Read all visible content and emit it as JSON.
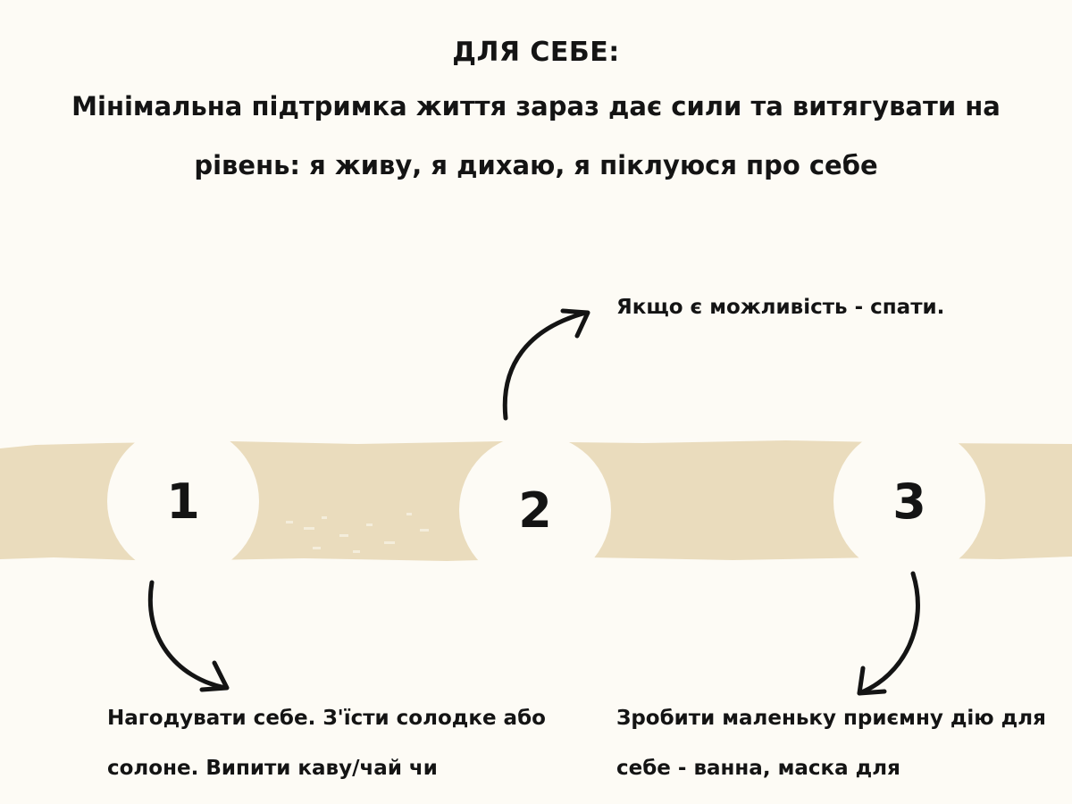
{
  "header": {
    "title": "ДЛЯ СЕБЕ:",
    "subtitle": "Мінімальна підтримка життя зараз дає сили та витягувати на рівень: я живу, я дихаю, я піклуюся про себе"
  },
  "steps": [
    {
      "number": "1",
      "text": "Нагодувати себе. З'їсти солодке або солоне. Випити каву/чай чи"
    },
    {
      "number": "2",
      "text": "Якщо є можливість - спати."
    },
    {
      "number": "3",
      "text": "Зробити маленьку приємну дію для себе - ванна, маска для"
    }
  ],
  "colors": {
    "background": "#fdfbf5",
    "band": "#eadcbd",
    "ink": "#141414"
  },
  "icons": {
    "step1_arrow": "curved-arrow-down-right-icon",
    "step2_arrow": "curved-arrow-up-right-icon",
    "step3_arrow": "curved-arrow-down-left-icon"
  }
}
